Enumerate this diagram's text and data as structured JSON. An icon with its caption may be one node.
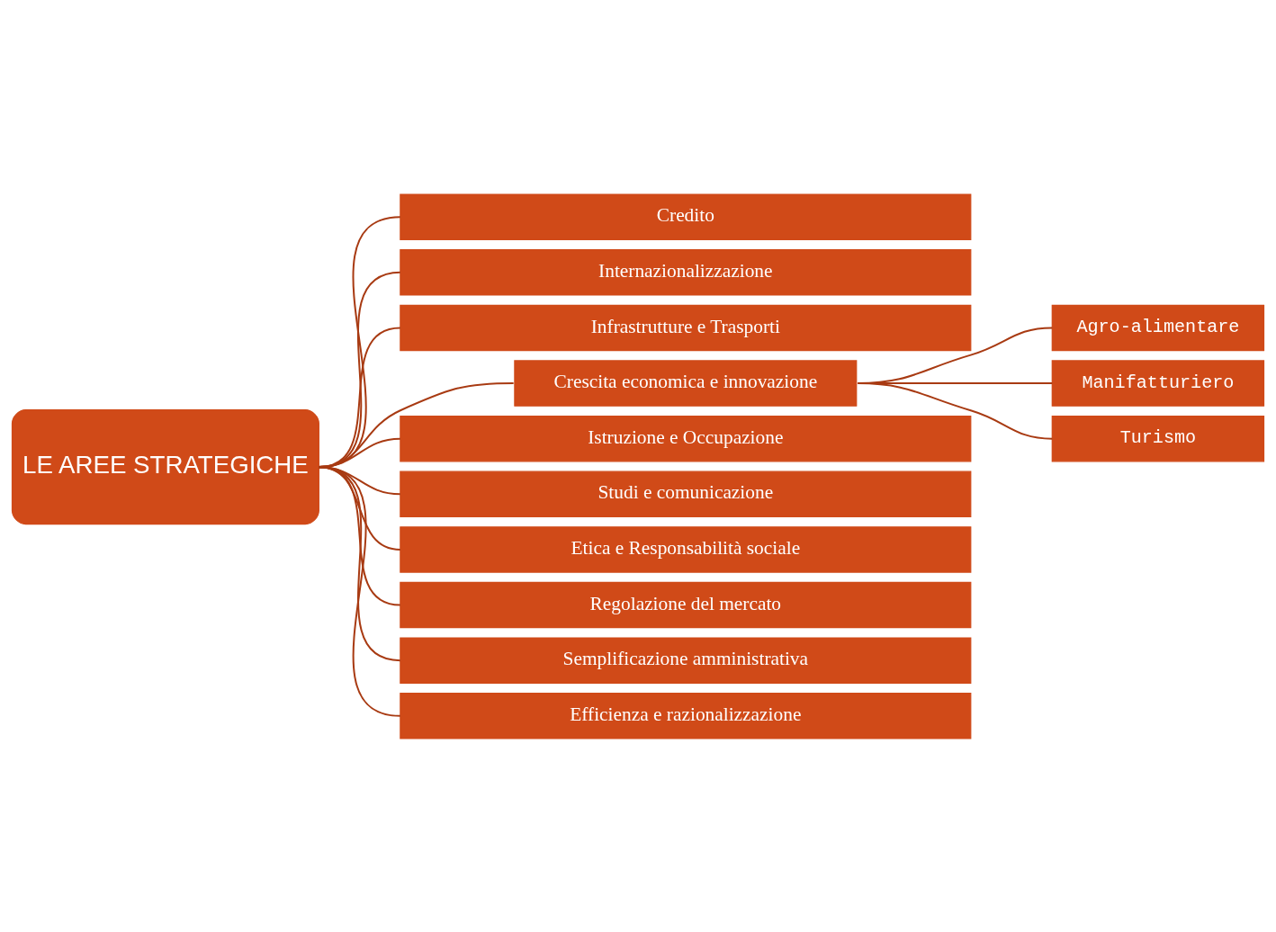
{
  "diagram": {
    "nodes": [
      {
        "text": [
          "LE AREE STRATEGICHE"
        ]
      },
      {
        "text": [
          "Credito"
        ]
      },
      {
        "text": [
          "Internazionalizzazione"
        ]
      },
      {
        "text": [
          "Infrastrutture e Trasporti"
        ]
      },
      {
        "text": [
          "Crescita economica e innovazione"
        ]
      },
      {
        "text": [
          "Agro-alimentare"
        ]
      },
      {
        "text": [
          "Manifatturiero"
        ]
      },
      {
        "text": [
          "Turismo"
        ]
      },
      {
        "text": [
          "Istruzione e Occupazione"
        ]
      },
      {
        "text": [
          "Studi e comunicazione"
        ]
      },
      {
        "text": [
          "Etica e Responsabilità sociale"
        ]
      },
      {
        "text": [
          "Regolazione del mercato"
        ]
      },
      {
        "text": [
          "Semplificazione amministrativa"
        ]
      },
      {
        "text": [
          "Efficienza e razionalizzazione"
        ]
      }
    ],
    "edges": [
      {
        "from": 0,
        "to": 1,
        "arrow": "none"
      },
      {
        "from": 0,
        "to": 2,
        "arrow": "none"
      },
      {
        "from": 0,
        "to": 3,
        "arrow": "none"
      },
      {
        "from": 0,
        "to": 4,
        "arrow": "none"
      },
      {
        "from": 4,
        "to": 5,
        "arrow": "none"
      },
      {
        "from": 4,
        "to": 6,
        "arrow": "none"
      },
      {
        "from": 4,
        "to": 7,
        "arrow": "none"
      },
      {
        "from": 0,
        "to": 8,
        "arrow": "none"
      },
      {
        "from": 0,
        "to": 9,
        "arrow": "none"
      },
      {
        "from": 0,
        "to": 10,
        "arrow": "none"
      },
      {
        "from": 0,
        "to": 11,
        "arrow": "none"
      },
      {
        "from": 0,
        "to": 12,
        "arrow": "none"
      },
      {
        "from": 0,
        "to": 13,
        "arrow": "none"
      }
    ]
  }
}
